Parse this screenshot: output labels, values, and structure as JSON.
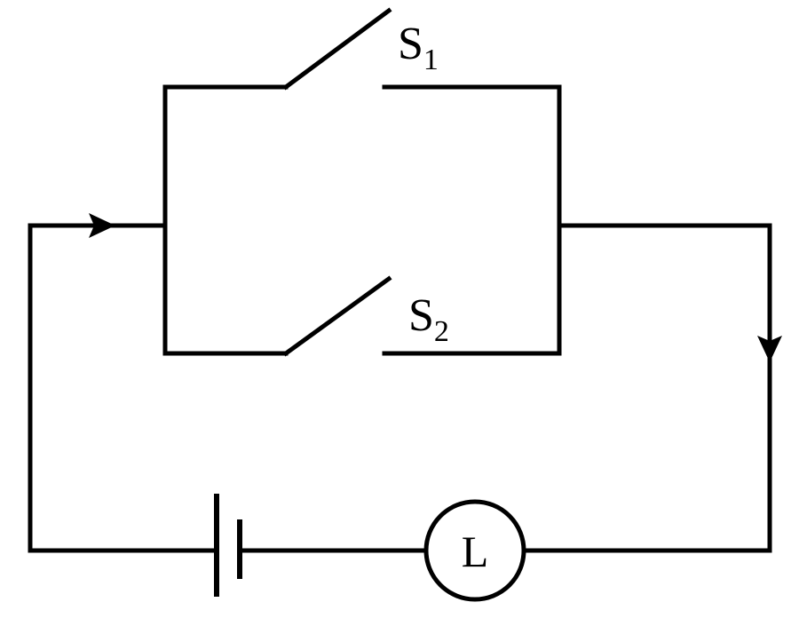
{
  "switch_1": {
    "letter": "S",
    "subscript": "1"
  },
  "switch_2": {
    "letter": "S",
    "subscript": "2"
  },
  "lamp": {
    "label": "L"
  },
  "colors": {
    "line": "#000000",
    "background": "#ffffff"
  }
}
